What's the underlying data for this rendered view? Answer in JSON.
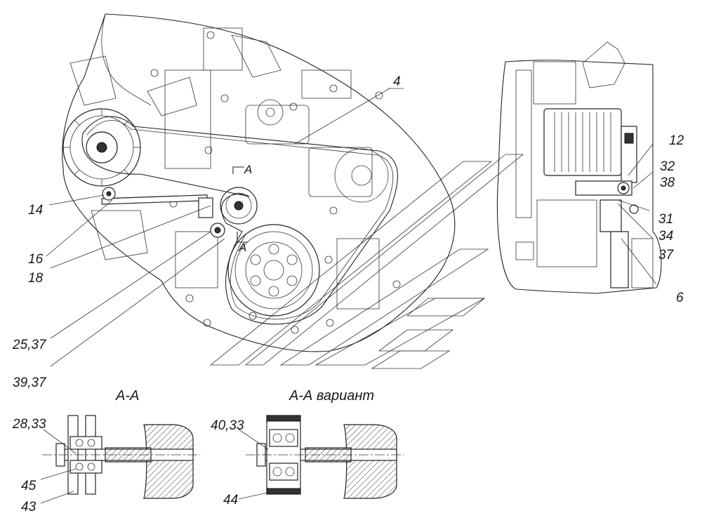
{
  "labels": {
    "l4": "4",
    "l12": "12",
    "l32": "32",
    "l38": "38",
    "l31": "31",
    "l34": "34",
    "l37": "37",
    "l6": "6",
    "l14": "14",
    "l16": "16",
    "l18": "18",
    "l25_37": "25,37",
    "l39_37": "39,37",
    "l28_33": "28,33",
    "l45": "45",
    "l43": "43",
    "l40_33": "40,33",
    "l44": "44"
  },
  "section_marks": {
    "cut_top": "A",
    "cut_bottom": "A"
  },
  "section_titles": {
    "main": "А-А",
    "variant": "А-А вариант"
  }
}
